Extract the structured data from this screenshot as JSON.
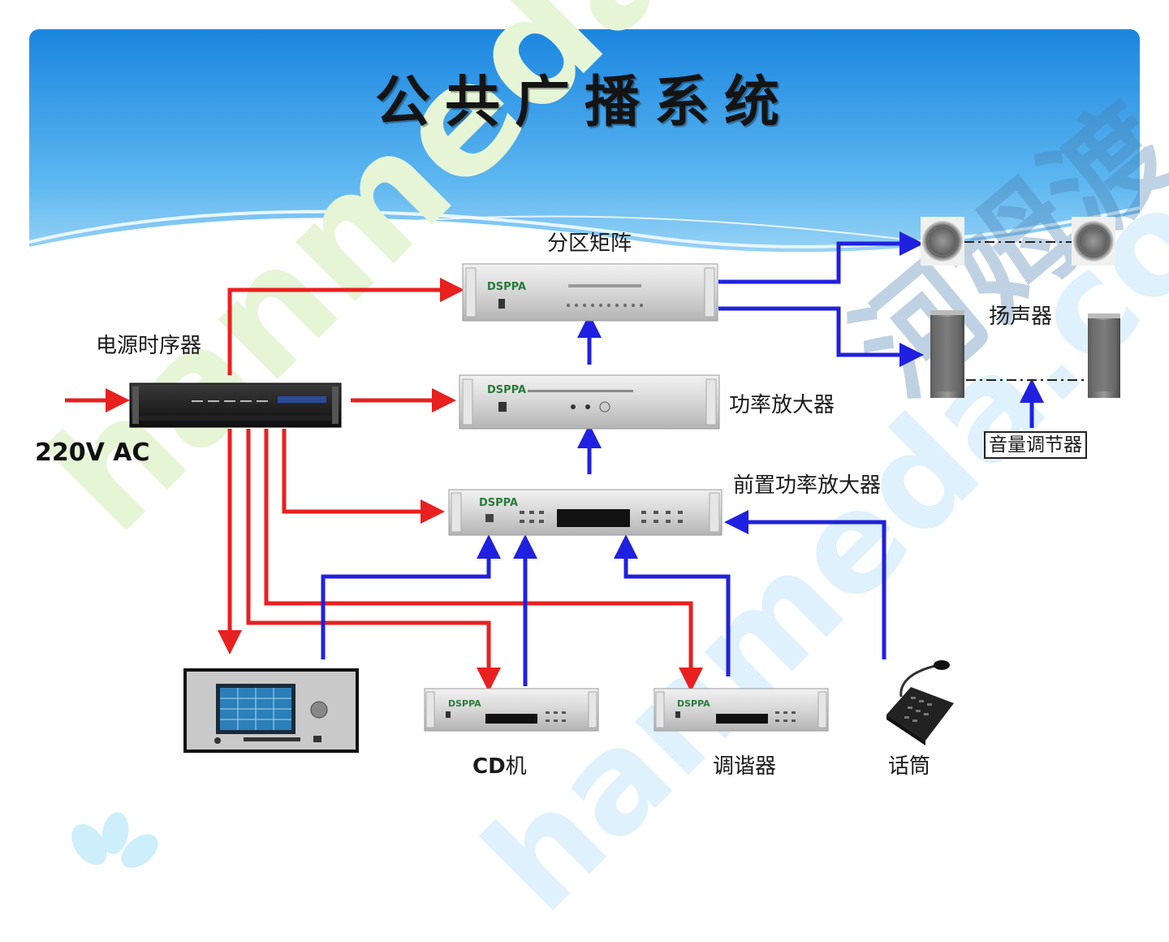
{
  "title": "公共广播系统",
  "labels": {
    "zone_matrix": "分区矩阵",
    "power_sequencer": "电源时序器",
    "power_amplifier": "功率放大器",
    "pre_amplifier": "前置功率放大器",
    "speaker": "扬声器",
    "volume_control": "音量调节器",
    "ac_input": "220V AC",
    "cd_player_bold": "CD",
    "cd_player_rest": "机",
    "tuner": "调谐器",
    "microphone": "话筒"
  },
  "device_brand": "DSPPA",
  "watermarks": [
    "hanmeda.com",
    "hanmeda.com",
    "河姆渡"
  ],
  "colors": {
    "power_line": "#e82020",
    "signal_line": "#2020e0",
    "header_top": "#1e88e0",
    "header_bottom": "#bde3fa",
    "watermark_green": "#e4f4d2",
    "watermark_blue": "#d2ecfb"
  }
}
